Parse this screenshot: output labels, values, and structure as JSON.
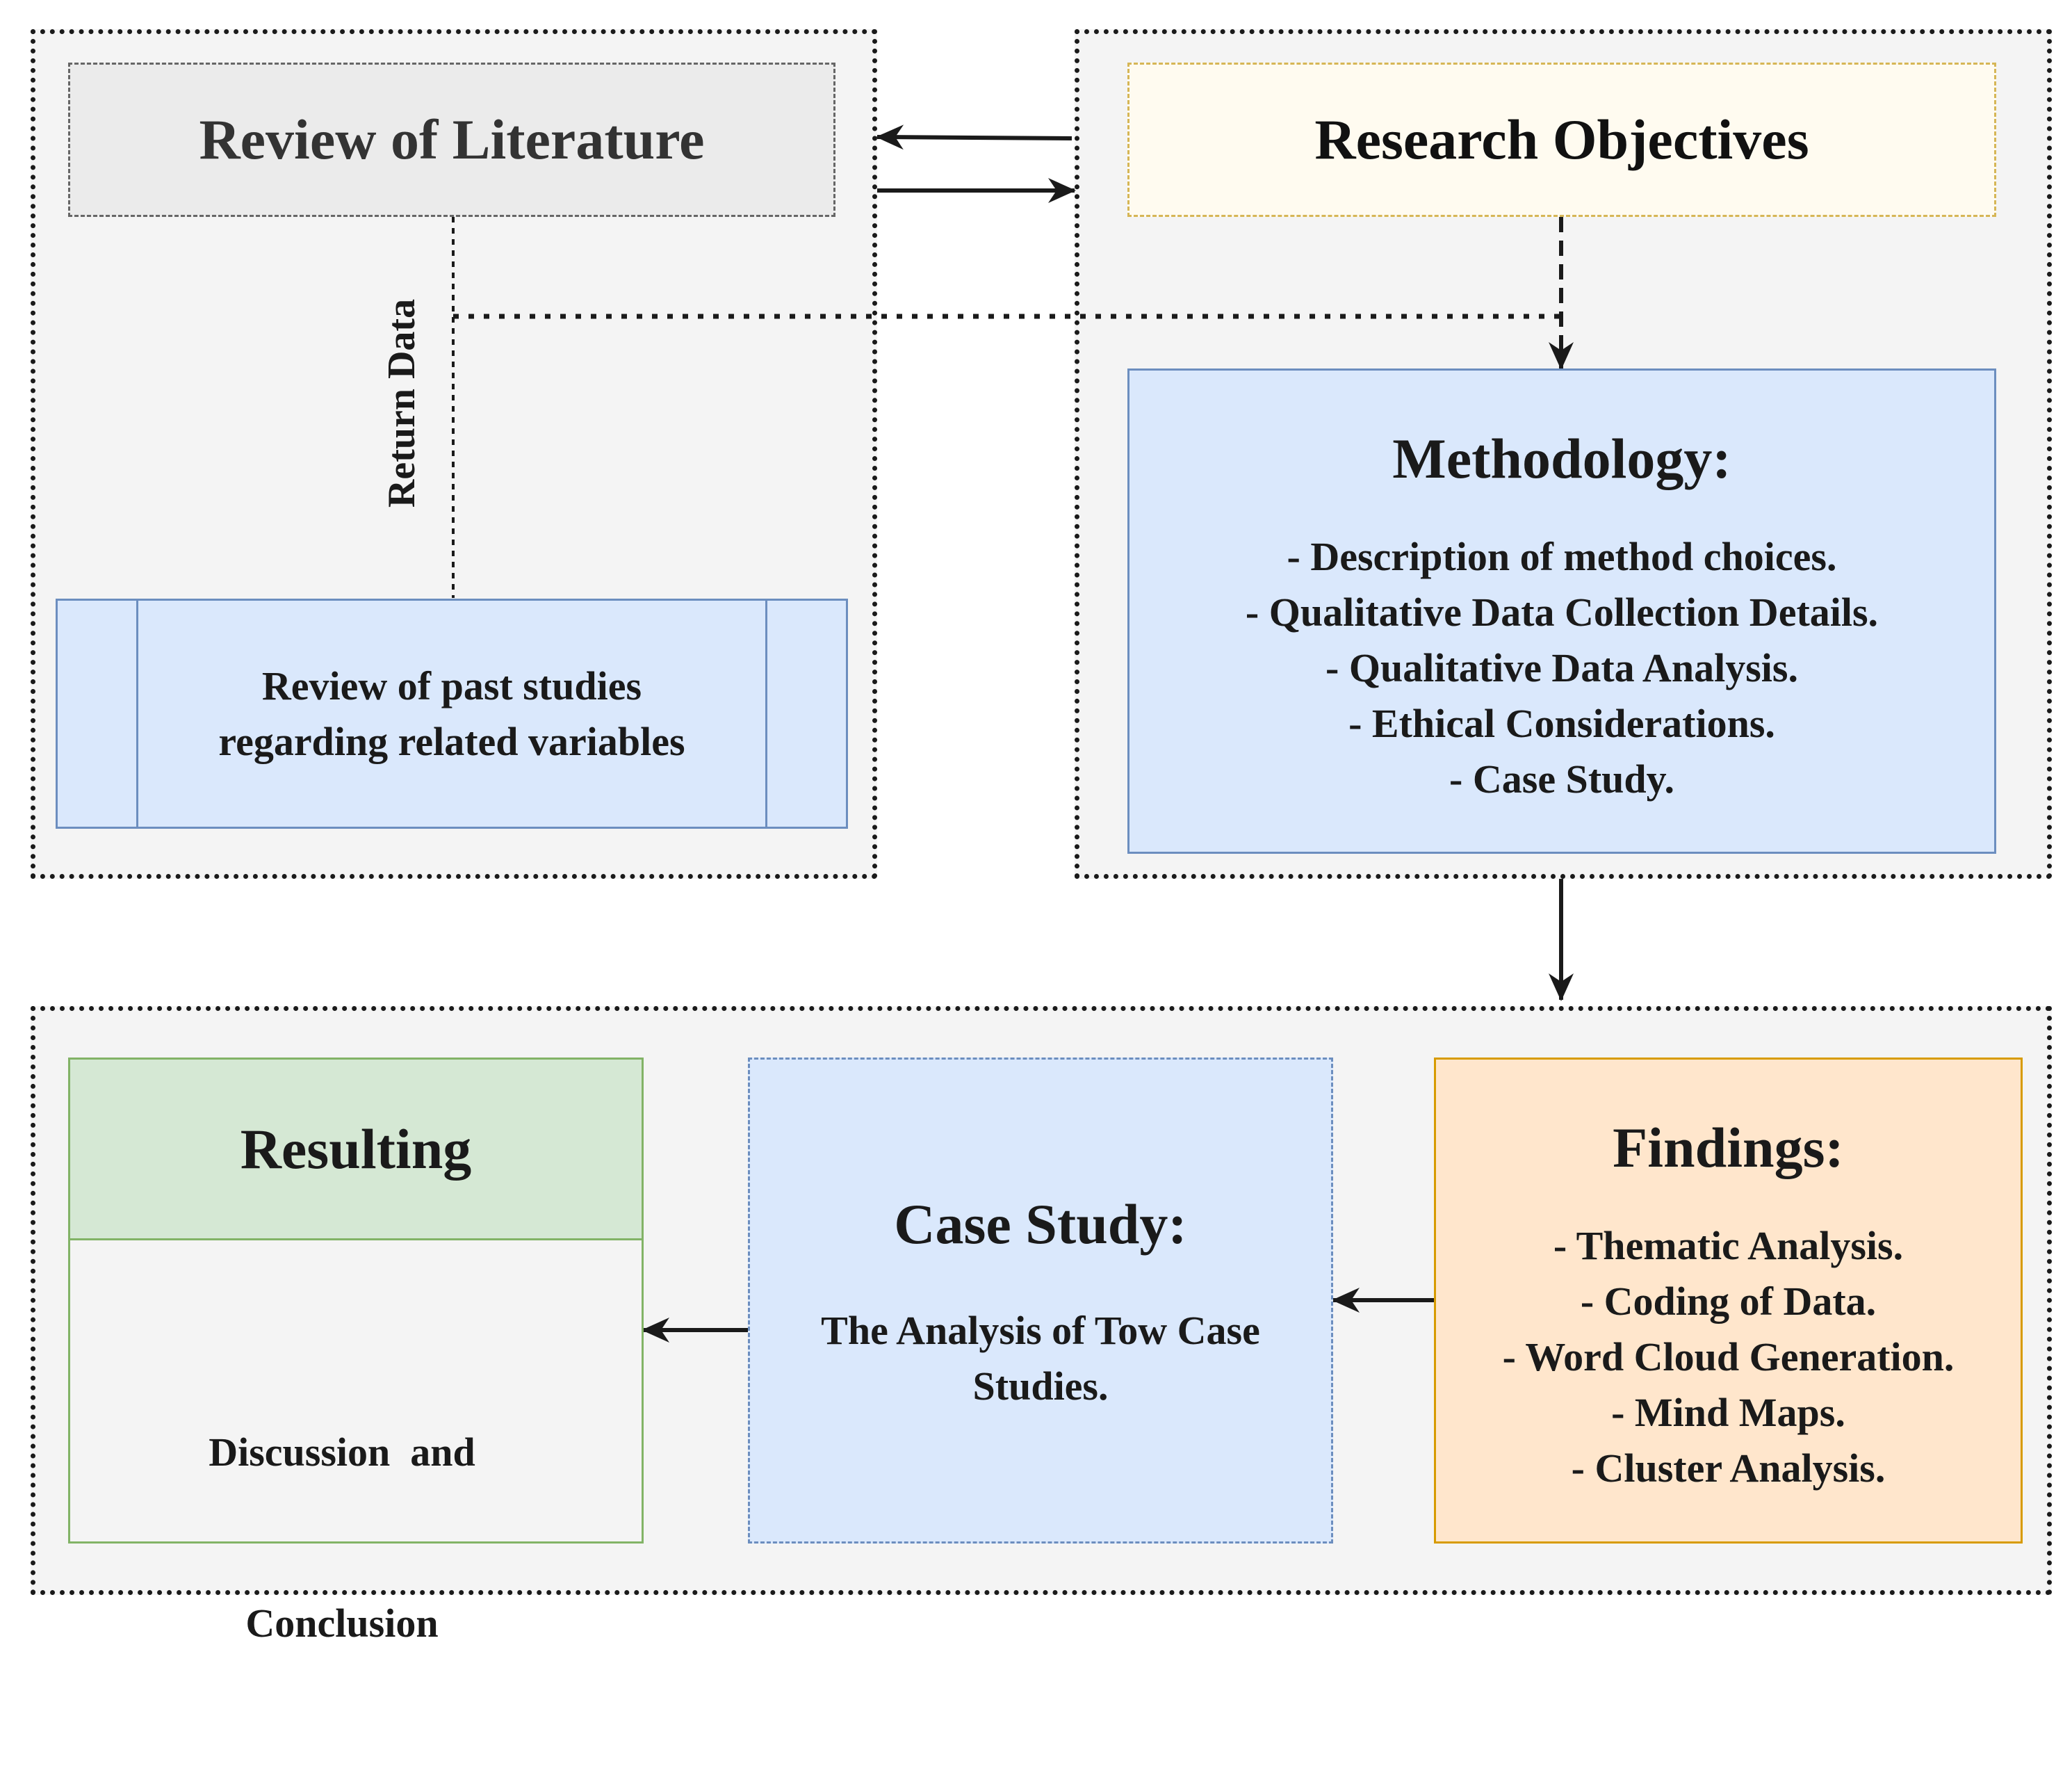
{
  "review_of_literature": {
    "title": "Review of Literature"
  },
  "research_objectives": {
    "title": "Research Objectives"
  },
  "return_data_label": "Return Data",
  "past_studies": {
    "text_line1": "Review of past studies",
    "text_line2": "regarding related variables"
  },
  "methodology": {
    "title": "Methodology:",
    "items": [
      "- Description of method choices.",
      "- Qualitative Data Collection Details.",
      "- Qualitative Data Analysis.",
      "- Ethical Considerations.",
      "- Case Study."
    ]
  },
  "resulting": {
    "title": "Resulting",
    "body_line1": "Discussion  and",
    "body_line2": "Conclusion"
  },
  "case_study": {
    "title": "Case Study:",
    "body_line1": "The Analysis of Tow Case",
    "body_line2": "Studies."
  },
  "findings": {
    "title": "Findings:",
    "items": [
      "- Thematic Analysis.",
      "- Coding of Data.",
      "- Word Cloud Generation.",
      "- Mind Maps.",
      "- Cluster Analysis."
    ]
  },
  "colors": {
    "group_bg": "#f4f4f4",
    "light_blue": "#dae8fc",
    "blue_border": "#6c8ebf",
    "green_header": "#d5e8d4",
    "green_border": "#82b366",
    "orange": "#ffe6cc",
    "orange_border": "#d79b00",
    "yellow": "#fffbf0",
    "grey_box": "#ebebeb"
  }
}
